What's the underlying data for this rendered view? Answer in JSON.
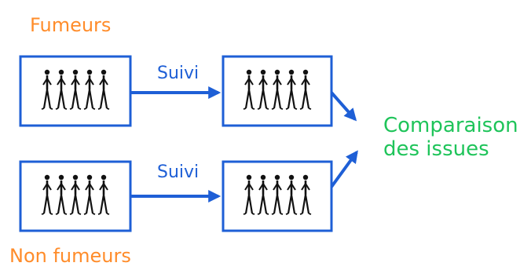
{
  "groups": {
    "smokers": {
      "label": "Fumeurs",
      "people_count": 5
    },
    "non_smokers": {
      "label": "Non fumeurs",
      "people_count": 5
    }
  },
  "arrows": {
    "top_follow_label": "Suivi",
    "bottom_follow_label": "Suivi"
  },
  "outcome": {
    "line1": "Comparaison",
    "line2": "des issues"
  },
  "colors": {
    "orange": "#FF8C2A",
    "blue": "#1E5FD6",
    "green": "#1FC45A",
    "figure": "#111111"
  }
}
